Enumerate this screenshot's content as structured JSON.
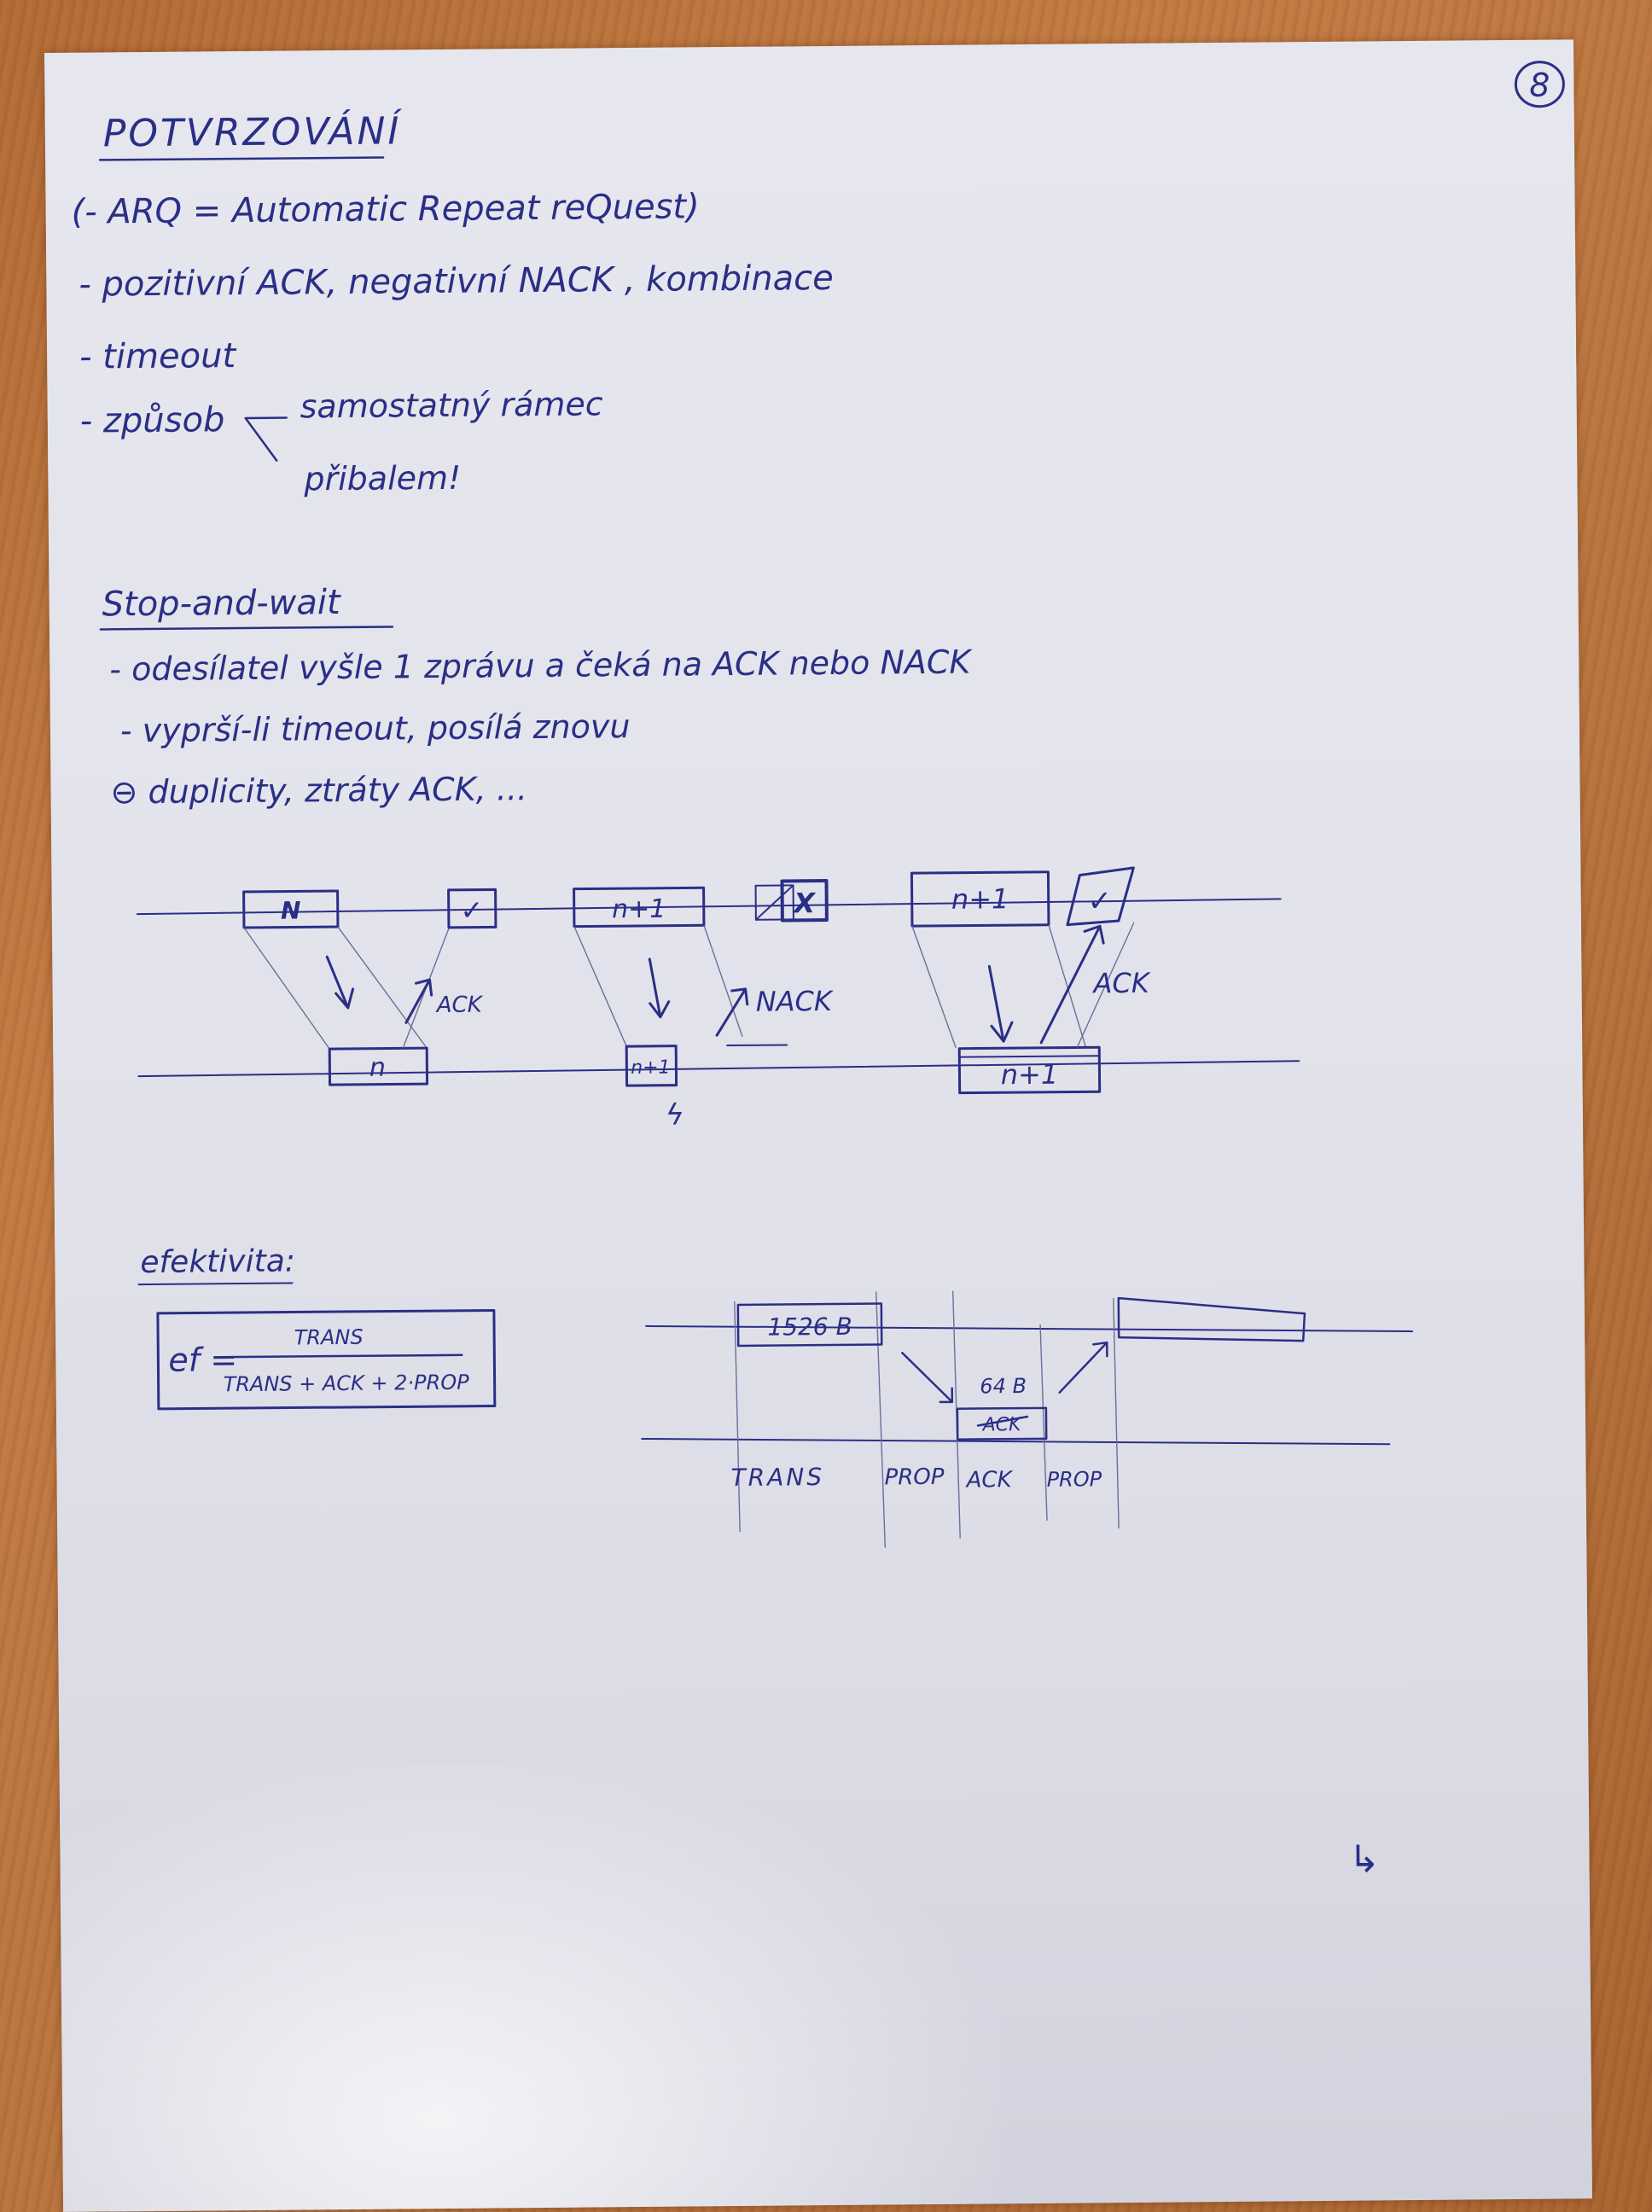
{
  "page_number": "8",
  "title": "POTVRZOVÁNÍ",
  "intro_lines": [
    "(- ARQ = Automatic Repeat reQuest)",
    "- pozitivní ACK, negativní NACK , kombinace",
    "- timeout",
    "- způsob"
  ],
  "way_options": [
    "samostatný rámec",
    "přibalem!"
  ],
  "section_title": "Stop-and-wait",
  "section_lines": [
    "- odesílatel vyšle 1 zprávu a čeká na ACK nebo NACK",
    "- vyprší-li timeout, posílá znovu",
    "⊖ duplicity, ztráty ACK, ..."
  ],
  "diagram1": {
    "frame1_sender": "N",
    "frame1_receiver": "n",
    "ack1_box": "✓",
    "ack1_label": "ACK",
    "frame2_sender": "n+1",
    "frame2_receiver": "n+1",
    "error_mark": "ϟ",
    "nack_box": "X",
    "nack_label": "NACK",
    "frame3_sender": "n+1",
    "frame3_receiver": "n+1",
    "ack2_box": "✓",
    "ack2_label": "ACK"
  },
  "efficiency": {
    "heading": "efektivita:",
    "lhs": "ef =",
    "numerator": "TRANS",
    "denominator": "TRANS + ACK + 2·PROP"
  },
  "diagram2": {
    "frame_label": "1526 B",
    "ack_size_label": "64 B",
    "ack_box_label": "ACK",
    "segments": [
      "TRANS",
      "PROP",
      "ACK",
      "PROP"
    ]
  },
  "corner_mark": "↳"
}
